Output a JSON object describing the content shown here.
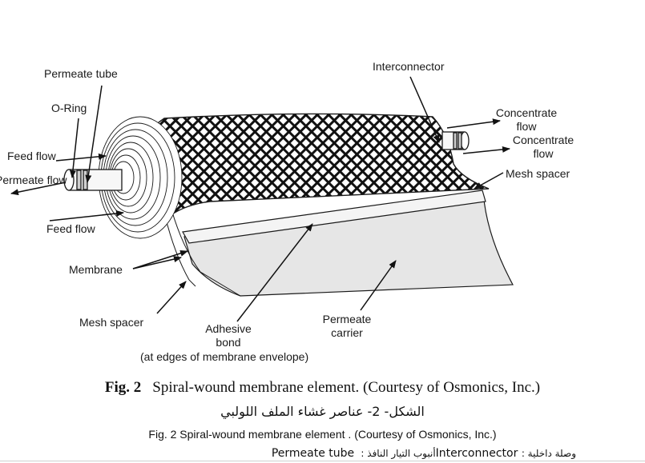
{
  "labels": {
    "permeate_tube": "Permeate tube",
    "o_ring": "O-Ring",
    "feed_flow_top": "Feed flow",
    "permeate_flow": "Permeate flow",
    "feed_flow_bottom": "Feed flow",
    "membrane": "Membrane",
    "mesh_spacer_left": "Mesh spacer",
    "adhesive_bond": "Adhesive",
    "adhesive_bond_2": "bond",
    "adhesive_note": "(at edges of membrane envelope)",
    "permeate_carrier": "Permeate",
    "permeate_carrier_2": "carrier",
    "interconnector": "Interconnector",
    "concentrate_flow_1a": "Concentrate",
    "concentrate_flow_1b": "flow",
    "concentrate_flow_2a": "Concentrate",
    "concentrate_flow_2b": "flow",
    "mesh_spacer_right": "Mesh spacer"
  },
  "caption": {
    "fig_no": "Fig. 2",
    "fig_text": "Spiral-wound membrane element. (Courtesy of Osmonics, Inc.)",
    "arabic": "الشكل- 2- عناصر غشاء الملف اللولبي",
    "english": "Fig. 2 Spiral-wound membrane element . (Courtesy of Osmonics, Inc.)"
  },
  "glossary": {
    "ar1": "وصلة داخلية : ",
    "en1": "Interconnector",
    "ar2": "أنبوب التيار النافذ : ",
    "en2": "Permeate tube"
  },
  "colors": {
    "line": "#1a1a1a",
    "sheet": "#e6e6e6",
    "ink": "#111111"
  }
}
